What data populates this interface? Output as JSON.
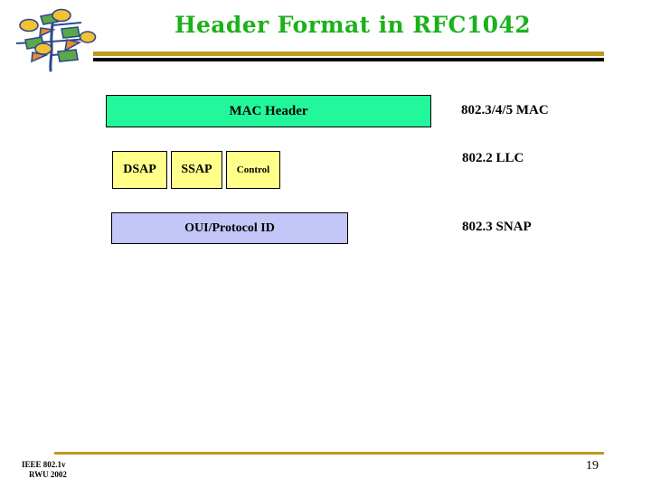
{
  "slide": {
    "title": "Header Format in RFC1042",
    "title_color": "#1BB11B",
    "rule_gold_color": "#BE9B1E",
    "rule_black_color": "#000000",
    "background_color": "#ffffff"
  },
  "logo": {
    "name": "tree-logo",
    "description": "stylized tree with green, orange and yellow leaf shapes",
    "colors": {
      "trunk": "#2E4A8C",
      "leaf_green": "#4C9A3F",
      "leaf_orange": "#E98B2E",
      "leaf_yellow": "#F2C233"
    }
  },
  "diagram": {
    "boxes": [
      {
        "id": "mac-header",
        "label": "MAC Header",
        "fill": "#23F79B"
      },
      {
        "id": "dsap",
        "label": "DSAP",
        "fill": "#FFFF8A"
      },
      {
        "id": "ssap",
        "label": "SSAP",
        "fill": "#FFFF8A"
      },
      {
        "id": "control",
        "label": "Control",
        "fill": "#FFFF8A"
      },
      {
        "id": "oui",
        "label": "OUI/Protocol ID",
        "fill": "#C3C6F7"
      }
    ],
    "layer_labels": [
      {
        "id": "mac",
        "text": "802.3/4/5 MAC"
      },
      {
        "id": "llc",
        "text": "802.2 LLC"
      },
      {
        "id": "snap",
        "text": "802.3 SNAP"
      }
    ]
  },
  "footer": {
    "line1": "IEEE 802.1v",
    "line2": "RWU 2002",
    "page_number": "19",
    "rule_color": "#BE9B1E"
  }
}
